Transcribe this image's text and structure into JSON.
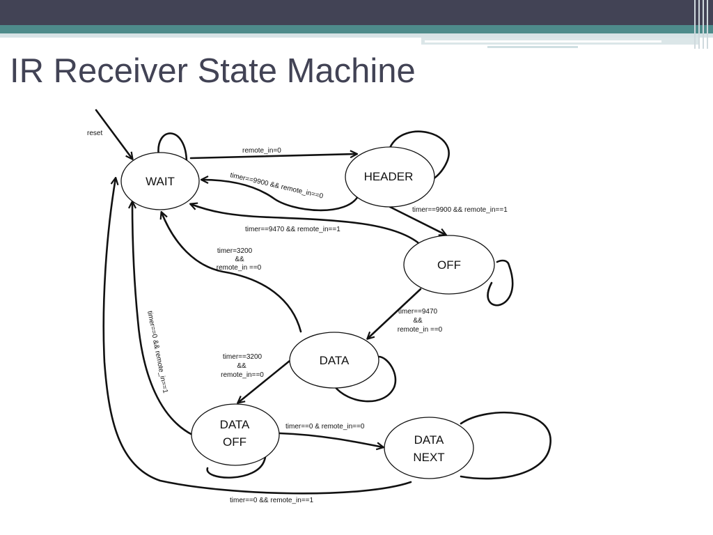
{
  "slide": {
    "title": "IR Receiver State Machine"
  },
  "diagram": {
    "states": {
      "wait": "WAIT",
      "header": "HEADER",
      "off": "OFF",
      "data": "DATA",
      "data_off_1": "DATA",
      "data_off_2": "OFF",
      "data_next_1": "DATA",
      "data_next_2": "NEXT"
    },
    "labels": {
      "reset": "reset",
      "wait_to_header": "remote_in=0",
      "header_to_wait": "timer==9900 && remote_in==0",
      "header_to_off": "timer==9900 && remote_in==1",
      "off_to_wait": "timer==9470 && remote_in==1",
      "data_to_wait_1": "timer=3200",
      "data_to_wait_2": "&&",
      "data_to_wait_3": "remote_in ==0",
      "off_to_data_1": "timer==9470",
      "off_to_data_2": "&&",
      "off_to_data_3": "remote_in ==0",
      "data_to_dataoff_1": "timer==3200",
      "data_to_dataoff_2": "&&",
      "data_to_dataoff_3": "remote_in==0",
      "dataoff_to_wait": "timer==0 && remote_in==1",
      "dataoff_to_datanext": "timer==0 & remote_in==0",
      "datanext_to_wait": "timer==0 && remote_in==1"
    }
  },
  "colors": {
    "title": "#424355",
    "topbar": "#424355",
    "teal": "#4e8b8b"
  }
}
